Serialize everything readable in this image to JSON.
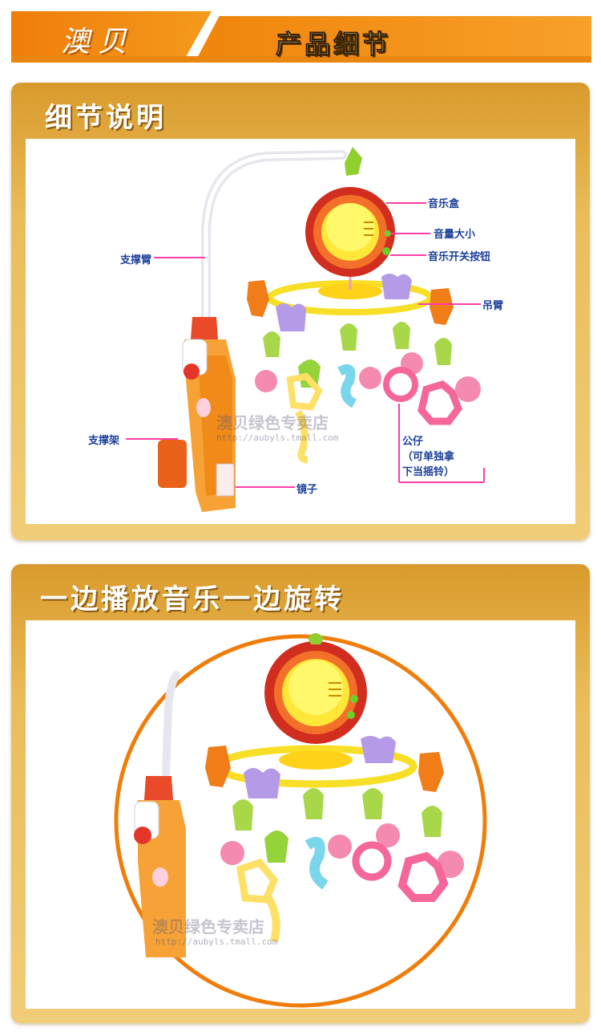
{
  "banner": {
    "brand": "澳贝",
    "title": "产品细节"
  },
  "section_details": {
    "heading": "细节说明",
    "callouts": {
      "music_box": "音乐盒",
      "volume": "音量大小",
      "music_switch": "音乐开关按钮",
      "support_arm": "支撑臂",
      "hanging_arm": "吊臂",
      "support_frame": "支撑架",
      "mirror": "镜子",
      "dolls": "公仔\n（可单独拿\n下当摇铃）"
    },
    "watermark": "澳贝绿色专卖店",
    "watermark_url": "http://aubyls.tmall.com"
  },
  "section_rotate": {
    "heading": "一边播放音乐一边旋转",
    "watermark": "澳贝绿色专卖店",
    "watermark_url": "http://aubyls.tmall.com"
  },
  "colors": {
    "banner_orange": "#f07d0a",
    "panel_gold": "#eabd5a",
    "callout_text": "#1b3f9a",
    "callout_line": "#ff3fa8",
    "ring_orange": "#f07d0a"
  }
}
